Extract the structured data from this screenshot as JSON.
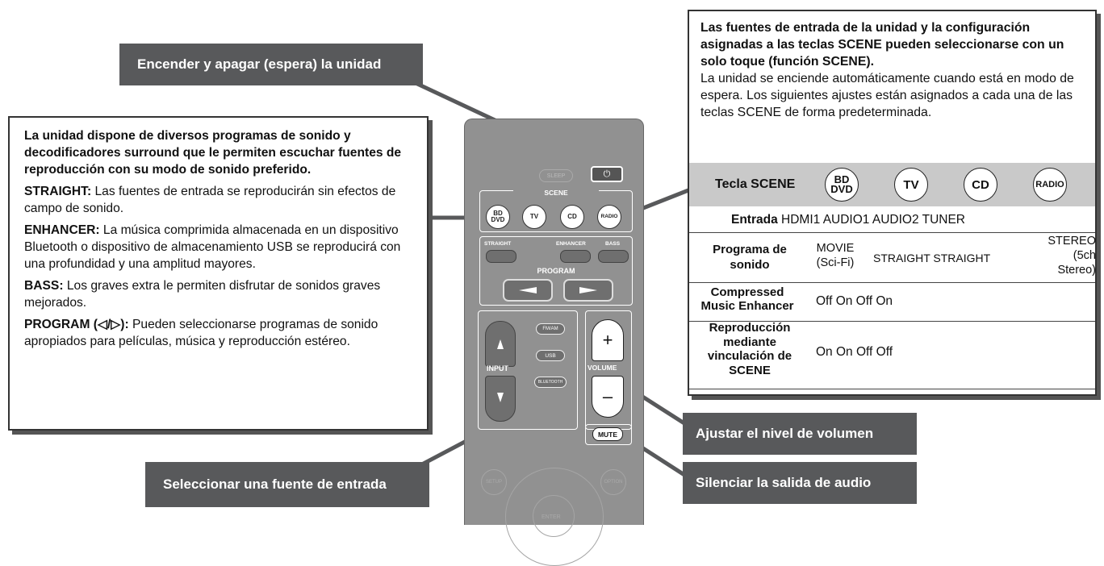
{
  "callouts": {
    "power": "Encender y apagar (espera) la unidad",
    "input": "Seleccionar una fuente de entrada",
    "volume": "Ajustar el nivel de volumen",
    "mute": "Silenciar la salida de audio"
  },
  "left_box": {
    "intro": "La unidad dispone de diversos programas de sonido y decodificadores surround que le permiten escuchar fuentes de reproducción con su modo de sonido preferido.",
    "straight_term": "STRAIGHT:",
    "straight_text": " Las fuentes de entrada se reproducirán sin efectos de campo de sonido.",
    "enhancer_term": "ENHANCER:",
    "enhancer_text": " La música comprimida almacenada en un dispositivo Bluetooth o dispositivo de almacenamiento USB se reproducirá con una profundidad y una amplitud mayores.",
    "bass_term": "BASS:",
    "bass_text": " Los graves extra le permiten disfrutar de sonidos graves mejorados.",
    "program_term": "PROGRAM (◁/▷):",
    "program_text": " Pueden seleccionarse programas de sonido apropiados para películas, música y reproducción estéreo."
  },
  "right_box": {
    "intro_bold": "Las fuentes de entrada de la unidad y la configuración asignadas a las teclas SCENE pueden seleccionarse con un solo toque (función SCENE).",
    "intro_text": "La unidad se enciende automáticamente cuando está en modo de espera. Los siguientes ajustes están asignados a cada una de las teclas SCENE de forma predeterminada.",
    "header_label": "Tecla SCENE",
    "scene_keys": [
      "BD\nDVD",
      "TV",
      "CD",
      "RADIO"
    ],
    "row_entrada_label": "Entrada",
    "row_entrada_values": "HDMI1 AUDIO1 AUDIO2 TUNER",
    "row_programa_label": "Programa de sonido",
    "row_programa_v1": "MOVIE (Sci-Fi)",
    "row_programa_v2": "STRAIGHT STRAIGHT",
    "row_programa_v3": "STEREO (5ch Stereo)",
    "row_compressed_label": "Compressed Music Enhancer",
    "row_compressed_values": "Off On Off On",
    "row_repro_label": "Reproducción mediante vinculación de SCENE",
    "row_repro_values": "On On Off Off"
  },
  "remote": {
    "sleep": "SLEEP",
    "power_symbol": "⏻",
    "scene_label": "SCENE",
    "scene_buttons": [
      "BD\nDVD",
      "TV",
      "CD",
      "RADIO"
    ],
    "straight": "STRAIGHT",
    "enhancer": "ENHANCER",
    "bass": "BASS",
    "program": "PROGRAM",
    "fmam": "FM/AM",
    "usb": "USB",
    "bluetooth": "BLUETOOTH",
    "input": "INPUT",
    "volume": "VOLUME",
    "plus": "+",
    "minus": "–",
    "mute": "MUTE",
    "setup": "SETUP",
    "option": "OPTION",
    "enter": "ENTER"
  }
}
